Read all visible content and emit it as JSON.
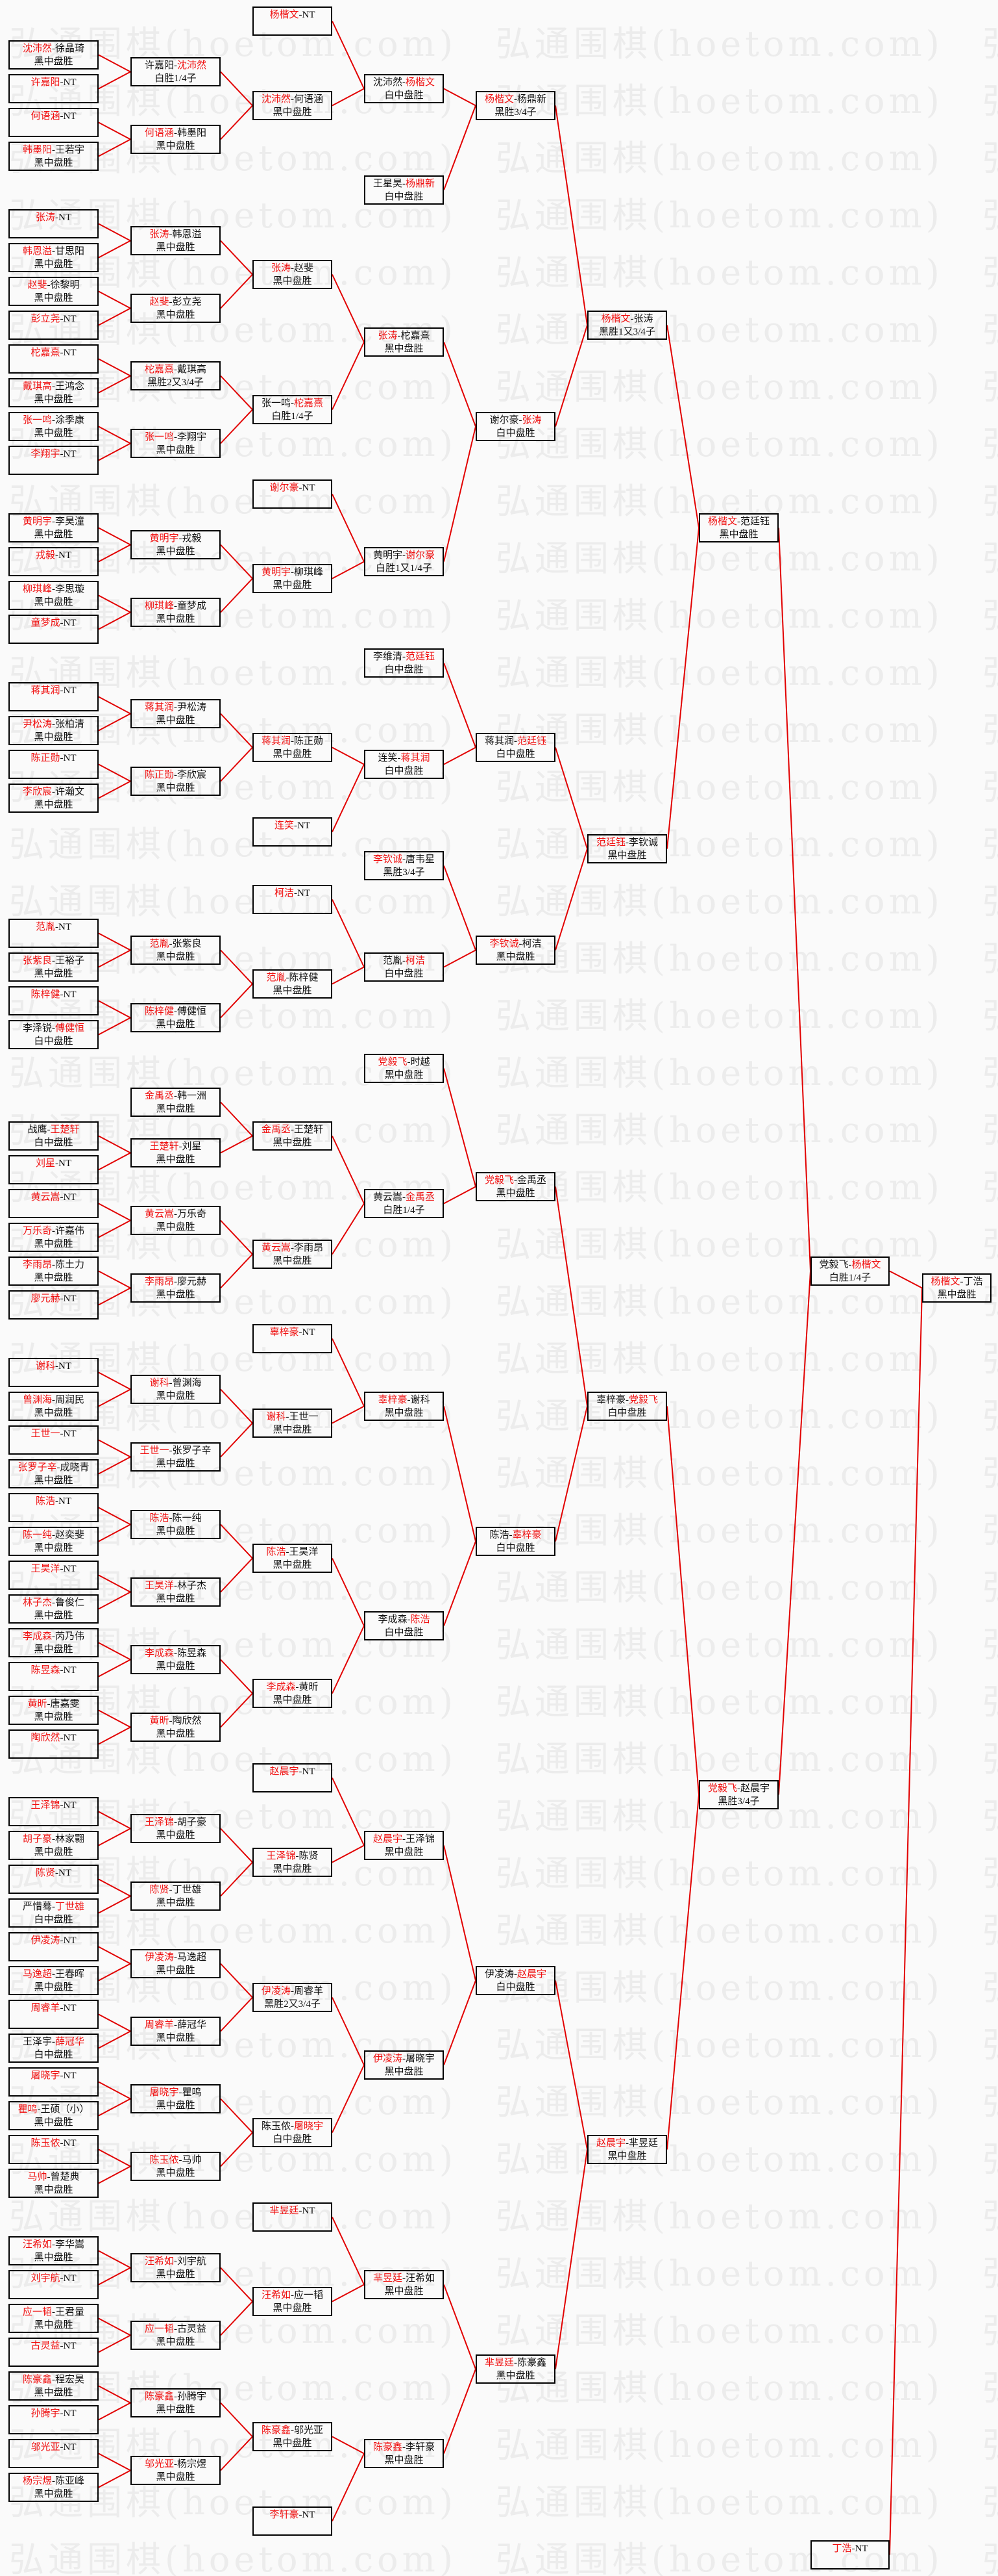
{
  "watermark": "弘通围棋(hoetom.com)",
  "separator": "-",
  "bracket": [
    [
      {
        "p1": "沈沛然",
        "p2": "徐晶琦",
        "winner": 1,
        "result": "黑中盘胜"
      },
      {
        "p1": "许嘉阳",
        "p2": "NT",
        "winner": 1
      },
      {
        "p1": "何语涵",
        "p2": "NT",
        "winner": 1
      },
      {
        "p1": "韩墨阳",
        "p2": "王若宇",
        "winner": 1,
        "result": "黑中盘胜"
      },
      {
        "p1": "张涛",
        "p2": "NT",
        "winner": 1
      },
      {
        "p1": "韩恩溢",
        "p2": "甘思阳",
        "winner": 1,
        "result": "黑中盘胜"
      },
      {
        "p1": "赵斐",
        "p2": "徐黎明",
        "winner": 1,
        "result": "黑中盘胜"
      },
      {
        "p1": "彭立尧",
        "p2": "NT",
        "winner": 1
      },
      {
        "p1": "柁嘉熹",
        "p2": "NT",
        "winner": 1
      },
      {
        "p1": "戴琪高",
        "p2": "王鸿念",
        "winner": 1,
        "result": "黑中盘胜"
      },
      {
        "p1": "张一鸣",
        "p2": "涂季康",
        "winner": 1,
        "result": "黑中盘胜"
      },
      {
        "p1": "李翔宇",
        "p2": "NT",
        "winner": 1
      },
      {
        "p1": "黄明宇",
        "p2": "李昊潼",
        "winner": 1,
        "result": "黑中盘胜"
      },
      {
        "p1": "戎毅",
        "p2": "NT",
        "winner": 1
      },
      {
        "p1": "柳琪峰",
        "p2": "李思璇",
        "winner": 1,
        "result": "黑中盘胜"
      },
      {
        "p1": "童梦成",
        "p2": "NT",
        "winner": 1
      },
      {
        "p1": "蒋其润",
        "p2": "NT",
        "winner": 1
      },
      {
        "p1": "尹松涛",
        "p2": "张柏清",
        "winner": 1,
        "result": "黑中盘胜"
      },
      {
        "p1": "陈正勋",
        "p2": "NT",
        "winner": 1
      },
      {
        "p1": "李欣宸",
        "p2": "许瀚文",
        "winner": 1,
        "result": "黑中盘胜"
      },
      {
        "p1": "范胤",
        "p2": "NT",
        "winner": 1
      },
      {
        "p1": "张紫良",
        "p2": "王裕子",
        "winner": 1,
        "result": "黑中盘胜"
      },
      {
        "p1": "陈梓健",
        "p2": "NT",
        "winner": 1
      },
      {
        "p1": "李泽锐",
        "p2": "傅健恒",
        "winner": 2,
        "result": "白中盘胜"
      },
      {
        "p1": "战鹰",
        "p2": "王楚轩",
        "winner": 2,
        "result": "白中盘胜"
      },
      {
        "p1": "刘星",
        "p2": "NT",
        "winner": 1
      },
      {
        "p1": "黄云嵩",
        "p2": "NT",
        "winner": 1
      },
      {
        "p1": "万乐奇",
        "p2": "许嘉伟",
        "winner": 1,
        "result": "黑中盘胜"
      },
      {
        "p1": "李雨昂",
        "p2": "陈土力",
        "winner": 1,
        "result": "黑中盘胜"
      },
      {
        "p1": "廖元赫",
        "p2": "NT",
        "winner": 1
      },
      {
        "p1": "谢科",
        "p2": "NT",
        "winner": 1
      },
      {
        "p1": "曾渊海",
        "p2": "周润民",
        "winner": 1,
        "result": "黑中盘胜"
      },
      {
        "p1": "王世一",
        "p2": "NT",
        "winner": 1
      },
      {
        "p1": "张罗子辛",
        "p2": "成晓青",
        "winner": 1,
        "result": "黑中盘胜"
      },
      {
        "p1": "陈浩",
        "p2": "NT",
        "winner": 1
      },
      {
        "p1": "陈一纯",
        "p2": "赵奕斐",
        "winner": 1,
        "result": "黑中盘胜"
      },
      {
        "p1": "王昊洋",
        "p2": "NT",
        "winner": 1
      },
      {
        "p1": "林子杰",
        "p2": "鲁俊仁",
        "winner": 1,
        "result": "黑中盘胜"
      },
      {
        "p1": "李成森",
        "p2": "芮乃伟",
        "winner": 1,
        "result": "黑中盘胜"
      },
      {
        "p1": "陈昱森",
        "p2": "NT",
        "winner": 1
      },
      {
        "p1": "黄昕",
        "p2": "唐嘉雯",
        "winner": 1,
        "result": "黑中盘胜"
      },
      {
        "p1": "陶欣然",
        "p2": "NT",
        "winner": 1
      },
      {
        "p1": "王泽锦",
        "p2": "NT",
        "winner": 1
      },
      {
        "p1": "胡子豪",
        "p2": "林家翾",
        "winner": 1,
        "result": "黑中盘胜"
      },
      {
        "p1": "陈贤",
        "p2": "NT",
        "winner": 1
      },
      {
        "p1": "严惜蓦",
        "p2": "丁世雄",
        "winner": 2,
        "result": "白中盘胜"
      },
      {
        "p1": "伊凌涛",
        "p2": "NT",
        "winner": 1
      },
      {
        "p1": "马逸超",
        "p2": "王春晖",
        "winner": 1,
        "result": "黑中盘胜"
      },
      {
        "p1": "周睿羊",
        "p2": "NT",
        "winner": 1
      },
      {
        "p1": "王泽宇",
        "p2": "薛冠华",
        "winner": 2,
        "result": "白中盘胜"
      },
      {
        "p1": "屠晓宇",
        "p2": "NT",
        "winner": 1
      },
      {
        "p1": "瞿鸣",
        "p2": "王硕（小）",
        "winner": 1,
        "result": "黑中盘胜"
      },
      {
        "p1": "陈玉侬",
        "p2": "NT",
        "winner": 1
      },
      {
        "p1": "马帅",
        "p2": "曾楚典",
        "winner": 1,
        "result": "黑中盘胜"
      },
      {
        "p1": "汪希如",
        "p2": "李华嵩",
        "winner": 1,
        "result": "黑中盘胜"
      },
      {
        "p1": "刘宇航",
        "p2": "NT",
        "winner": 1
      },
      {
        "p1": "应一韬",
        "p2": "王君量",
        "winner": 1,
        "result": "黑中盘胜"
      },
      {
        "p1": "古灵益",
        "p2": "NT",
        "winner": 1
      },
      {
        "p1": "陈豪鑫",
        "p2": "程宏昊",
        "winner": 1,
        "result": "黑中盘胜"
      },
      {
        "p1": "孙腾宇",
        "p2": "NT",
        "winner": 1
      },
      {
        "p1": "邬光亚",
        "p2": "NT",
        "winner": 1
      },
      {
        "p1": "杨宗煜",
        "p2": "陈亚峰",
        "winner": 1,
        "result": "黑中盘胜"
      }
    ],
    [
      {
        "p1": "许嘉阳",
        "p2": "沈沛然",
        "winner": 2,
        "result": "白胜1/4子"
      },
      {
        "p1": "何语涵",
        "p2": "韩墨阳",
        "winner": 1,
        "result": "黑中盘胜"
      },
      {
        "p1": "张涛",
        "p2": "韩恩溢",
        "winner": 1,
        "result": "黑中盘胜"
      },
      {
        "p1": "赵斐",
        "p2": "彭立尧",
        "winner": 1,
        "result": "黑中盘胜"
      },
      {
        "p1": "柁嘉熹",
        "p2": "戴琪高",
        "winner": 1,
        "result": "黑胜2又3/4子"
      },
      {
        "p1": "张一鸣",
        "p2": "李翔宇",
        "winner": 1,
        "result": "黑中盘胜"
      },
      {
        "p1": "黄明宇",
        "p2": "戎毅",
        "winner": 1,
        "result": "黑中盘胜"
      },
      {
        "p1": "柳琪峰",
        "p2": "童梦成",
        "winner": 1,
        "result": "黑中盘胜"
      },
      {
        "p1": "蒋其润",
        "p2": "尹松涛",
        "winner": 1,
        "result": "黑中盘胜"
      },
      {
        "p1": "陈正勋",
        "p2": "李欣宸",
        "winner": 1,
        "result": "黑中盘胜"
      },
      {
        "p1": "范胤",
        "p2": "张紫良",
        "winner": 1,
        "result": "黑中盘胜"
      },
      {
        "p1": "陈梓健",
        "p2": "傅健恒",
        "winner": 1,
        "result": "黑中盘胜"
      },
      {
        "p1": "金禹丞",
        "p2": "韩一洲",
        "winner": 1,
        "result": "黑中盘胜"
      },
      {
        "p1": "王楚轩",
        "p2": "刘星",
        "winner": 1,
        "result": "黑中盘胜"
      },
      {
        "p1": "黄云嵩",
        "p2": "万乐奇",
        "winner": 1,
        "result": "黑中盘胜"
      },
      {
        "p1": "李雨昂",
        "p2": "廖元赫",
        "winner": 1,
        "result": "黑中盘胜"
      },
      {
        "p1": "谢科",
        "p2": "曾渊海",
        "winner": 1,
        "result": "黑中盘胜"
      },
      {
        "p1": "王世一",
        "p2": "张罗子辛",
        "winner": 1,
        "result": "黑中盘胜"
      },
      {
        "p1": "陈浩",
        "p2": "陈一纯",
        "winner": 1,
        "result": "黑中盘胜"
      },
      {
        "p1": "王昊洋",
        "p2": "林子杰",
        "winner": 1,
        "result": "黑中盘胜"
      },
      {
        "p1": "李成森",
        "p2": "陈昱森",
        "winner": 1,
        "result": "黑中盘胜"
      },
      {
        "p1": "黄昕",
        "p2": "陶欣然",
        "winner": 1,
        "result": "黑中盘胜"
      },
      {
        "p1": "王泽锦",
        "p2": "胡子豪",
        "winner": 1,
        "result": "黑中盘胜"
      },
      {
        "p1": "陈贤",
        "p2": "丁世雄",
        "winner": 1,
        "result": "黑中盘胜"
      },
      {
        "p1": "伊凌涛",
        "p2": "马逸超",
        "winner": 1,
        "result": "黑中盘胜"
      },
      {
        "p1": "周睿羊",
        "p2": "薛冠华",
        "winner": 1,
        "result": "黑中盘胜"
      },
      {
        "p1": "屠晓宇",
        "p2": "瞿鸣",
        "winner": 1,
        "result": "黑中盘胜"
      },
      {
        "p1": "陈玉侬",
        "p2": "马帅",
        "winner": 1,
        "result": "黑中盘胜"
      },
      {
        "p1": "汪希如",
        "p2": "刘宇航",
        "winner": 1,
        "result": "黑中盘胜"
      },
      {
        "p1": "应一韬",
        "p2": "古灵益",
        "winner": 1,
        "result": "黑中盘胜"
      },
      {
        "p1": "陈豪鑫",
        "p2": "孙腾宇",
        "winner": 1,
        "result": "黑中盘胜"
      },
      {
        "p1": "邬光亚",
        "p2": "杨宗煜",
        "winner": 1,
        "result": "黑中盘胜"
      }
    ],
    [
      {
        "p1": "杨楷文",
        "p2": "NT",
        "winner": 1
      },
      {
        "p1": "沈沛然",
        "p2": "何语涵",
        "winner": 1,
        "result": "黑中盘胜"
      },
      {
        "p1": "张涛",
        "p2": "赵斐",
        "winner": 1,
        "result": "黑中盘胜"
      },
      {
        "p1": "张一鸣",
        "p2": "柁嘉熹",
        "winner": 2,
        "result": "白胜1/4子"
      },
      {
        "p1": "谢尔豪",
        "p2": "NT",
        "winner": 1
      },
      {
        "p1": "黄明宇",
        "p2": "柳琪峰",
        "winner": 1,
        "result": "黑中盘胜"
      },
      {
        "p1": "蒋其润",
        "p2": "陈正勋",
        "winner": 1,
        "result": "黑中盘胜"
      },
      {
        "p1": "连笑",
        "p2": "NT",
        "winner": 1
      },
      {
        "p1": "柯洁",
        "p2": "NT",
        "winner": 1
      },
      {
        "p1": "范胤",
        "p2": "陈梓健",
        "winner": 1,
        "result": "黑中盘胜"
      },
      {
        "p1": "金禹丞",
        "p2": "王楚轩",
        "winner": 1,
        "result": "黑中盘胜"
      },
      {
        "p1": "黄云嵩",
        "p2": "李雨昂",
        "winner": 1,
        "result": "黑中盘胜"
      },
      {
        "p1": "辜梓豪",
        "p2": "NT",
        "winner": 1
      },
      {
        "p1": "谢科",
        "p2": "王世一",
        "winner": 1,
        "result": "黑中盘胜"
      },
      {
        "p1": "陈浩",
        "p2": "王昊洋",
        "winner": 1,
        "result": "黑中盘胜"
      },
      {
        "p1": "李成森",
        "p2": "黄昕",
        "winner": 1,
        "result": "黑中盘胜"
      },
      {
        "p1": "赵晨宇",
        "p2": "NT",
        "winner": 1
      },
      {
        "p1": "王泽锦",
        "p2": "陈贤",
        "winner": 1,
        "result": "黑中盘胜"
      },
      {
        "p1": "伊凌涛",
        "p2": "周睿羊",
        "winner": 1,
        "result": "黑胜2又3/4子"
      },
      {
        "p1": "陈玉侬",
        "p2": "屠晓宇",
        "winner": 2,
        "result": "白中盘胜"
      },
      {
        "p1": "芈昱廷",
        "p2": "NT",
        "winner": 1
      },
      {
        "p1": "汪希如",
        "p2": "应一韬",
        "winner": 1,
        "result": "黑中盘胜"
      },
      {
        "p1": "陈豪鑫",
        "p2": "邬光亚",
        "winner": 1,
        "result": "黑中盘胜"
      },
      {
        "p1": "李轩豪",
        "p2": "NT",
        "winner": 1
      }
    ],
    [
      {
        "p1": "沈沛然",
        "p2": "杨楷文",
        "winner": 2,
        "result": "白中盘胜"
      },
      {
        "p1": "王星昊",
        "p2": "杨鼎新",
        "winner": 2,
        "result": "白中盘胜"
      },
      {
        "p1": "张涛",
        "p2": "柁嘉熹",
        "winner": 1,
        "result": "黑中盘胜"
      },
      {
        "p1": "黄明宇",
        "p2": "谢尔豪",
        "winner": 2,
        "result": "白胜1又1/4子"
      },
      {
        "p1": "李维清",
        "p2": "范廷钰",
        "winner": 2,
        "result": "白中盘胜"
      },
      {
        "p1": "连笑",
        "p2": "蒋其润",
        "winner": 2,
        "result": "白中盘胜"
      },
      {
        "p1": "李钦诚",
        "p2": "唐韦星",
        "winner": 1,
        "result": "黑胜3/4子"
      },
      {
        "p1": "范胤",
        "p2": "柯洁",
        "winner": 2,
        "result": "白中盘胜"
      },
      {
        "p1": "党毅飞",
        "p2": "时越",
        "winner": 1,
        "result": "黑中盘胜"
      },
      {
        "p1": "黄云嵩",
        "p2": "金禹丞",
        "winner": 2,
        "result": "白胜1/4子"
      },
      {
        "p1": "辜梓豪",
        "p2": "谢科",
        "winner": 1,
        "result": "黑中盘胜"
      },
      {
        "p1": "李成森",
        "p2": "陈浩",
        "winner": 2,
        "result": "白中盘胜"
      },
      {
        "p1": "赵晨宇",
        "p2": "王泽锦",
        "winner": 1,
        "result": "黑中盘胜"
      },
      {
        "p1": "伊凌涛",
        "p2": "屠晓宇",
        "winner": 1,
        "result": "黑中盘胜"
      },
      {
        "p1": "芈昱廷",
        "p2": "汪希如",
        "winner": 1,
        "result": "黑中盘胜"
      },
      {
        "p1": "陈豪鑫",
        "p2": "李轩豪",
        "winner": 1,
        "result": "黑中盘胜"
      }
    ],
    [
      {
        "p1": "杨楷文",
        "p2": "杨鼎新",
        "winner": 1,
        "result": "黑胜3/4子"
      },
      {
        "p1": "谢尔豪",
        "p2": "张涛",
        "winner": 2,
        "result": "白中盘胜"
      },
      {
        "p1": "蒋其润",
        "p2": "范廷钰",
        "winner": 2,
        "result": "白中盘胜"
      },
      {
        "p1": "李钦诚",
        "p2": "柯洁",
        "winner": 1,
        "result": "黑中盘胜"
      },
      {
        "p1": "党毅飞",
        "p2": "金禹丞",
        "winner": 1,
        "result": "黑中盘胜"
      },
      {
        "p1": "陈浩",
        "p2": "辜梓豪",
        "winner": 2,
        "result": "白中盘胜"
      },
      {
        "p1": "伊凌涛",
        "p2": "赵晨宇",
        "winner": 2,
        "result": "白中盘胜"
      },
      {
        "p1": "芈昱廷",
        "p2": "陈豪鑫",
        "winner": 1,
        "result": "黑中盘胜"
      }
    ],
    [
      {
        "p1": "杨楷文",
        "p2": "张涛",
        "winner": 1,
        "result": "黑胜1又3/4子"
      },
      {
        "p1": "范廷钰",
        "p2": "李钦诚",
        "winner": 1,
        "result": "黑中盘胜"
      },
      {
        "p1": "辜梓豪",
        "p2": "党毅飞",
        "winner": 2,
        "result": "白中盘胜"
      },
      {
        "p1": "赵晨宇",
        "p2": "芈昱廷",
        "winner": 1,
        "result": "黑中盘胜"
      }
    ],
    [
      {
        "p1": "杨楷文",
        "p2": "范廷钰",
        "winner": 1,
        "result": "黑中盘胜"
      },
      {
        "p1": "党毅飞",
        "p2": "赵晨宇",
        "winner": 1,
        "result": "黑胜3/4子"
      }
    ],
    [
      {
        "p1": "党毅飞",
        "p2": "杨楷文",
        "winner": 2,
        "result": "白胜1/4子"
      },
      {
        "p1": "丁浩",
        "p2": "NT",
        "winner": 1
      }
    ],
    [
      {
        "p1": "杨楷文",
        "p2": "丁浩",
        "winner": 1,
        "result": "黑中盘胜"
      }
    ]
  ]
}
